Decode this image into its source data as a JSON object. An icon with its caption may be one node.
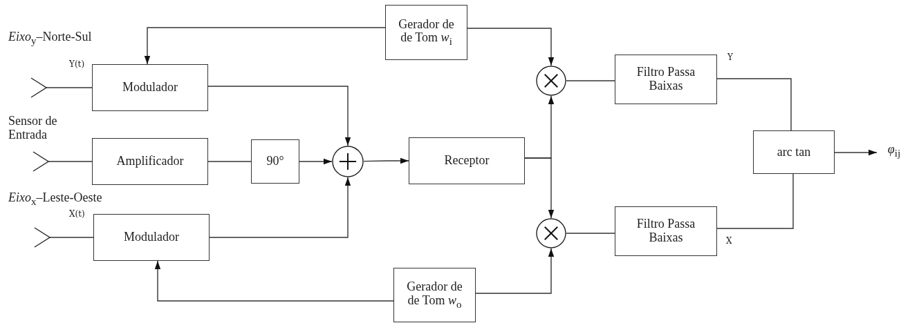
{
  "diagram": {
    "nodes": [
      {
        "text": [],
        "shape": "antenna"
      },
      {
        "text": [
          "Modulador"
        ],
        "beside": [
          "Y(t)"
        ]
      },
      {
        "text": [],
        "shape": "antenna"
      },
      {
        "text": [
          "Amplificador"
        ]
      },
      {
        "text": [
          "90°"
        ]
      },
      {
        "text": [
          "Modulador"
        ],
        "beside": [
          "X(t)"
        ]
      },
      {
        "text": [],
        "shape": "antenna"
      },
      {
        "text": [],
        "shape": "circle"
      },
      {
        "text": [
          "Gerador de de Tom *w*$_{i}$"
        ]
      },
      {
        "text": [
          "Receptor"
        ]
      },
      {
        "text": [],
        "shape": "circle"
      },
      {
        "text": [],
        "shape": "circle"
      },
      {
        "text": [
          "Gerador de de Tom *w*$_{o}$"
        ]
      },
      {
        "text": [
          "Filtro Passa Baixas"
        ],
        "beside": [
          "Y"
        ]
      },
      {
        "text": [
          "Filtro Passa Baixas"
        ],
        "beside": [
          "X"
        ]
      },
      {
        "text": [
          "arc tan"
        ]
      },
      {
        "text": [
          "*φ*$_{ij}$"
        ]
      }
    ],
    "edges": [
      {
        "from": 0,
        "to": 1,
        "arrow": "none"
      },
      {
        "from": 1,
        "to": 7,
        "arrow": "to"
      },
      {
        "from": 2,
        "to": 3,
        "arrow": "none"
      },
      {
        "from": 3,
        "to": 4,
        "arrow": "none"
      },
      {
        "from": 4,
        "to": 7,
        "arrow": "to"
      },
      {
        "from": 6,
        "to": 5,
        "arrow": "none"
      },
      {
        "from": 5,
        "to": 7,
        "arrow": "to"
      },
      {
        "from": 7,
        "to": 9,
        "arrow": "to"
      },
      {
        "from": 8,
        "to": 1,
        "arrow": "to"
      },
      {
        "from": 8,
        "to": 10,
        "arrow": "to"
      },
      {
        "from": 9,
        "to": 10,
        "arrow": "to"
      },
      {
        "from": 9,
        "to": 11,
        "arrow": "to"
      },
      {
        "from": 12,
        "to": 5,
        "arrow": "to"
      },
      {
        "from": 12,
        "to": 11,
        "arrow": "to"
      },
      {
        "from": 10,
        "to": 13,
        "arrow": "none"
      },
      {
        "from": 11,
        "to": 14,
        "arrow": "none"
      },
      {
        "from": 13,
        "to": 15,
        "arrow": "none"
      },
      {
        "from": 14,
        "to": 15,
        "arrow": "none"
      },
      {
        "from": 15,
        "to": 16,
        "arrow": "to"
      }
    ],
    "labels": [
      "*Eixo*$_{y}$–Norte-Sul",
      "Sensor de Entrada",
      "*Eixo*$_{x}$–Leste-Oeste"
    ]
  }
}
